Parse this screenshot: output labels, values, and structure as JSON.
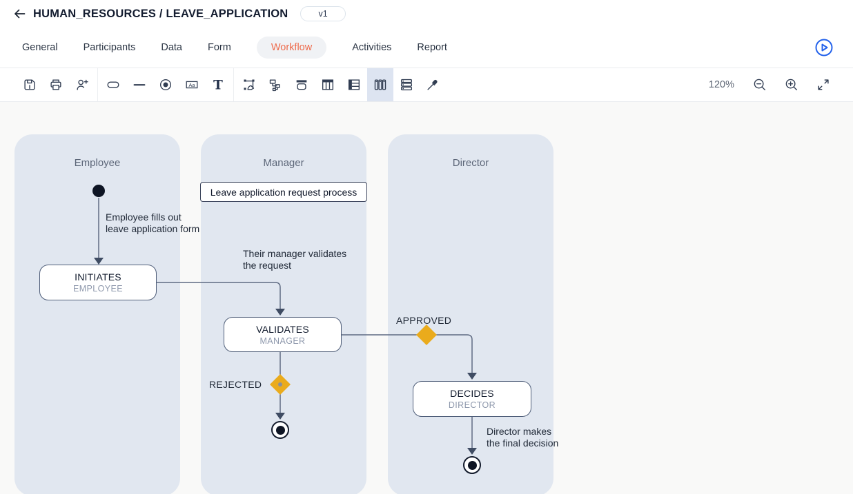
{
  "header": {
    "title": "HUMAN_RESOURCES / LEAVE_APPLICATION",
    "version": "v1"
  },
  "tabs": {
    "items": [
      {
        "label": "General"
      },
      {
        "label": "Participants"
      },
      {
        "label": "Data"
      },
      {
        "label": "Form"
      },
      {
        "label": "Workflow"
      },
      {
        "label": "Activities"
      },
      {
        "label": "Report"
      }
    ],
    "active": "Workflow"
  },
  "toolbar": {
    "zoom_level": "120%",
    "tools": [
      "save",
      "print",
      "add-participant",
      "rounded-rectangle",
      "line",
      "radio-state",
      "label-box",
      "text",
      "transform-select",
      "flow-connector",
      "group-block",
      "table-columns",
      "table-rows",
      "vertical-lanes",
      "horizontal-lanes",
      "eyedropper"
    ],
    "active_tool": "vertical-lanes"
  },
  "colors": {
    "accent_orange": "#ee6c4d",
    "accent_blue": "#2563eb",
    "gateway_yellow": "#eaab1c",
    "lane_fill": "#e1e7f0",
    "edge": "#5f6b82"
  },
  "diagram": {
    "lanes": [
      {
        "label": "Employee"
      },
      {
        "label": "Manager"
      },
      {
        "label": "Director"
      }
    ],
    "process_label": "Leave application request process",
    "nodes": [
      {
        "title": "INITIATES",
        "subtitle": "EMPLOYEE"
      },
      {
        "title": "VALIDATES",
        "subtitle": "MANAGER"
      },
      {
        "title": "DECIDES",
        "subtitle": "DIRECTOR"
      }
    ],
    "edge_labels": {
      "start_to_initiates": "Employee fills out\nleave application form",
      "initiates_to_validates": "Their manager validates\nthe request",
      "approved": "APPROVED",
      "rejected": "REJECTED",
      "decides_to_end": "Director makes\nthe final decision"
    }
  }
}
